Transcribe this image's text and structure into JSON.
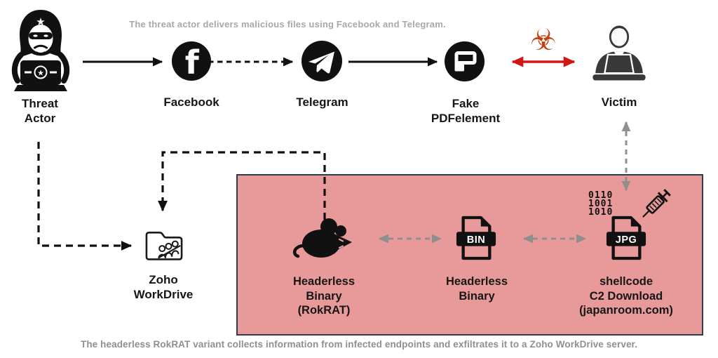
{
  "captions": {
    "top": "The threat actor delivers malicious files using Facebook and Telegram.",
    "bottom": "The headerless RokRAT variant collects information from infected endpoints and exfiltrates it to a Zoho WorkDrive server."
  },
  "nodes": {
    "threat_actor": {
      "label": "Threat\nActor"
    },
    "facebook": {
      "label": "Facebook"
    },
    "telegram": {
      "label": "Telegram"
    },
    "fake_pdfelement": {
      "label": "Fake\nPDFelement"
    },
    "victim": {
      "label": "Victim"
    },
    "zoho_workdrive": {
      "label": "Zoho\nWorkDrive"
    },
    "rokrat": {
      "label": "Headerless\nBinary\n(RokRAT)"
    },
    "headerless_binary": {
      "label": "Headerless\nBinary",
      "file_badge": "BIN"
    },
    "shellcode": {
      "label": "shellcode\nC2 Download\n(japanroom.com)",
      "file_badge": "JPG",
      "binary_digits": "0110\n1001\n1010"
    }
  },
  "icons": {
    "facebook_glyph": "f",
    "biohazard_glyph": "☣",
    "hood_star_glyph": "★",
    "laptop_star_glyph": "★"
  },
  "colors": {
    "box_fill": "#e89a9a",
    "box_border": "#2e3d49",
    "danger_red": "#d01616",
    "gray_arrow": "#8f8f8f",
    "black": "#111111",
    "biohazard_orange": "#c2410c",
    "caption_gray": "#a8a8a8"
  }
}
